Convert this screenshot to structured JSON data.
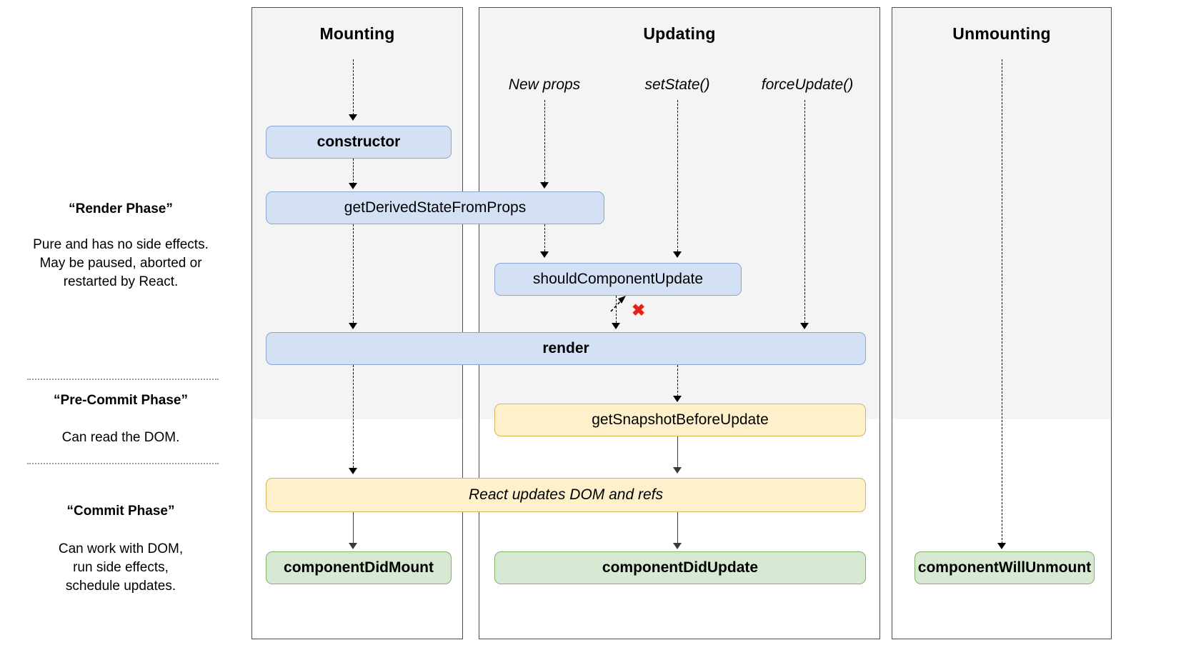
{
  "diagram": {
    "title": "React component lifecycle",
    "colors": {
      "render_phase_bg": "#f4f4f4",
      "blue_fill": "#d4e1f5",
      "blue_border": "#8aa6cc",
      "yellow_fill": "#fdf0cb",
      "yellow_border": "#d6b656",
      "green_fill": "#d7e8d3",
      "green_border": "#83b366",
      "abort_marker": "#e2231a"
    }
  },
  "columns": {
    "mounting": {
      "title": "Mounting"
    },
    "updating": {
      "title": "Updating"
    },
    "unmounting": {
      "title": "Unmounting"
    }
  },
  "phases": [
    {
      "title": "“Render Phase”",
      "description": "Pure and has no side effects.\nMay be paused, aborted or\nrestarted by React.",
      "line1": "Pure and has no side effects.",
      "line2": "May be paused, aborted or",
      "line3": "restarted by React."
    },
    {
      "title": "“Pre-Commit Phase”",
      "description": "Can read the DOM.",
      "line1": "Can read the DOM."
    },
    {
      "title": "“Commit Phase”",
      "description": "Can work with DOM,\nrun side effects,\nschedule updates.",
      "line1": "Can work with DOM,",
      "line2": "run side effects,",
      "line3": "schedule updates."
    }
  ],
  "triggers": [
    {
      "label": "New props"
    },
    {
      "label": "setState()"
    },
    {
      "label": "forceUpdate()"
    }
  ],
  "nodes": {
    "constructor": "constructor",
    "get_derived_state_from_props": "getDerivedStateFromProps",
    "should_component_update": "shouldComponentUpdate",
    "render": "render",
    "get_snapshot_before_update": "getSnapshotBeforeUpdate",
    "react_updates_dom_and_refs": "React updates DOM and refs",
    "component_did_mount": "componentDidMount",
    "component_did_update": "componentDidUpdate",
    "component_will_unmount": "componentWillUnmount"
  },
  "markers": {
    "abort_x": "✖"
  }
}
